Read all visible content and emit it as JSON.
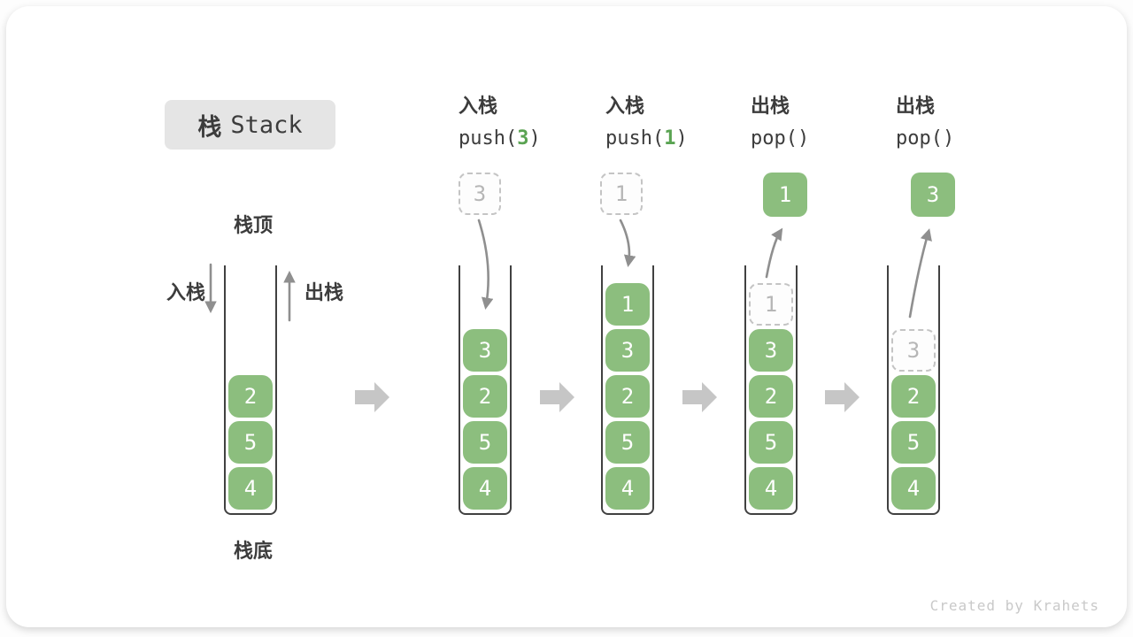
{
  "title": {
    "zh": "栈",
    "en": "Stack"
  },
  "legend": {
    "stack_top": "栈顶",
    "stack_bottom": "栈底",
    "push": "入栈",
    "pop": "出栈"
  },
  "operations": [
    {
      "name": "入栈",
      "code_pre": "push(",
      "arg": "3",
      "code_post": ")"
    },
    {
      "name": "入栈",
      "code_pre": "push(",
      "arg": "1",
      "code_post": ")"
    },
    {
      "name": "出栈",
      "code_pre": "pop(",
      "arg": "",
      "code_post": ")"
    },
    {
      "name": "出栈",
      "code_pre": "pop(",
      "arg": "",
      "code_post": ")"
    }
  ],
  "stacks": [
    {
      "cells": [
        "2",
        "5",
        "4"
      ]
    },
    {
      "incoming": "3",
      "cells": [
        "3",
        "2",
        "5",
        "4"
      ]
    },
    {
      "incoming": "1",
      "cells": [
        "1",
        "3",
        "2",
        "5",
        "4"
      ]
    },
    {
      "popped": "1",
      "ghost": "1",
      "cells": [
        "3",
        "2",
        "5",
        "4"
      ]
    },
    {
      "popped": "3",
      "ghost": "3",
      "cells": [
        "2",
        "5",
        "4"
      ]
    }
  ],
  "watermark": "Created by Krahets",
  "colors": {
    "green": "#8cbe7e",
    "accent-green": "#5aa352",
    "ink": "#3c3c3c",
    "arrow": "#8f8f8f",
    "block-arrow": "#c6c6c6",
    "ghost-border": "#c4c4c4",
    "ghost-text": "#b6b6b6",
    "badge-bg": "#e5e5e5",
    "watermark": "#c9c9c9"
  }
}
